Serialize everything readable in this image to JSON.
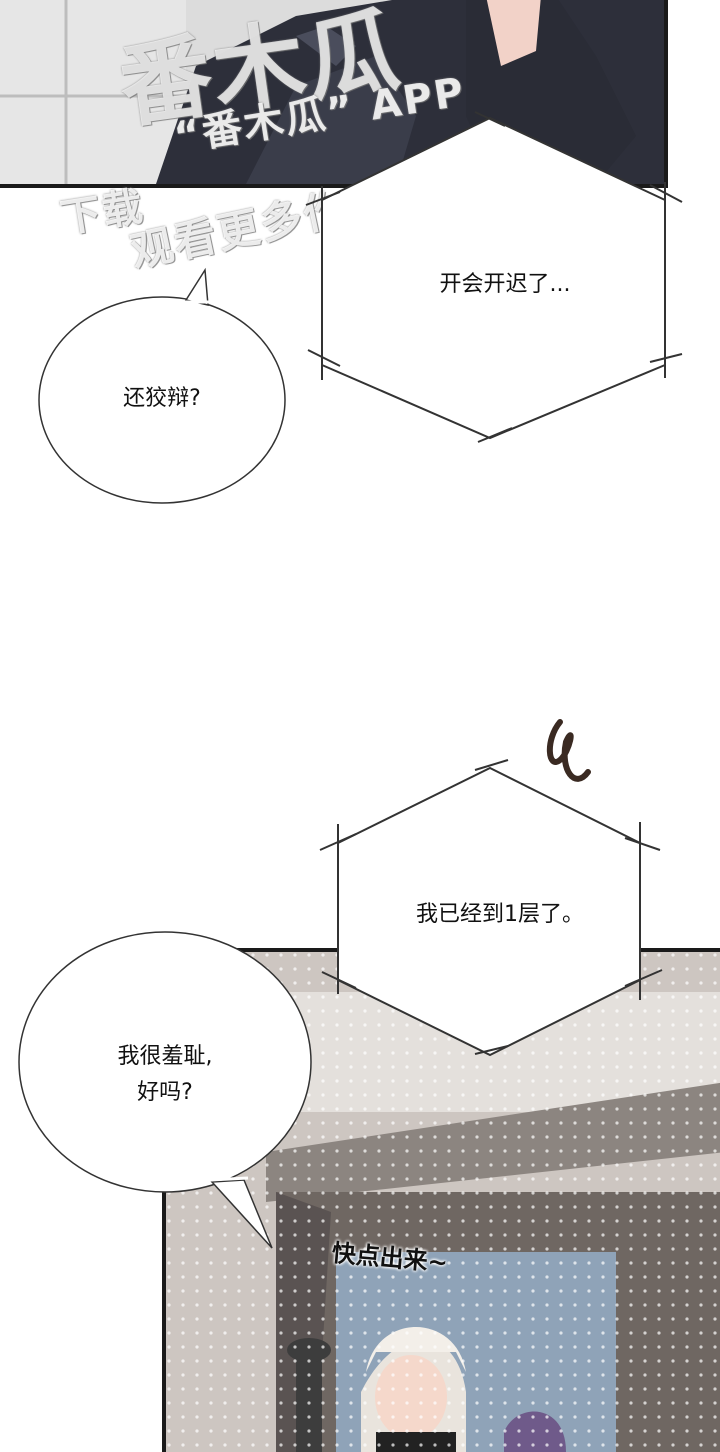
{
  "watermark": {
    "brand": "番木瓜",
    "app_line": "“番木瓜” APP",
    "line1": "下载",
    "line2": "观看更多作品"
  },
  "bubbles": {
    "late_meeting": "开会开迟了...",
    "quibble": "还狡辩?",
    "first_floor": "我已经到1层了。",
    "ashamed_line1": "我很羞耻,",
    "ashamed_line2": "好吗?"
  },
  "sfx": {
    "hurry": "快点出来~"
  }
}
